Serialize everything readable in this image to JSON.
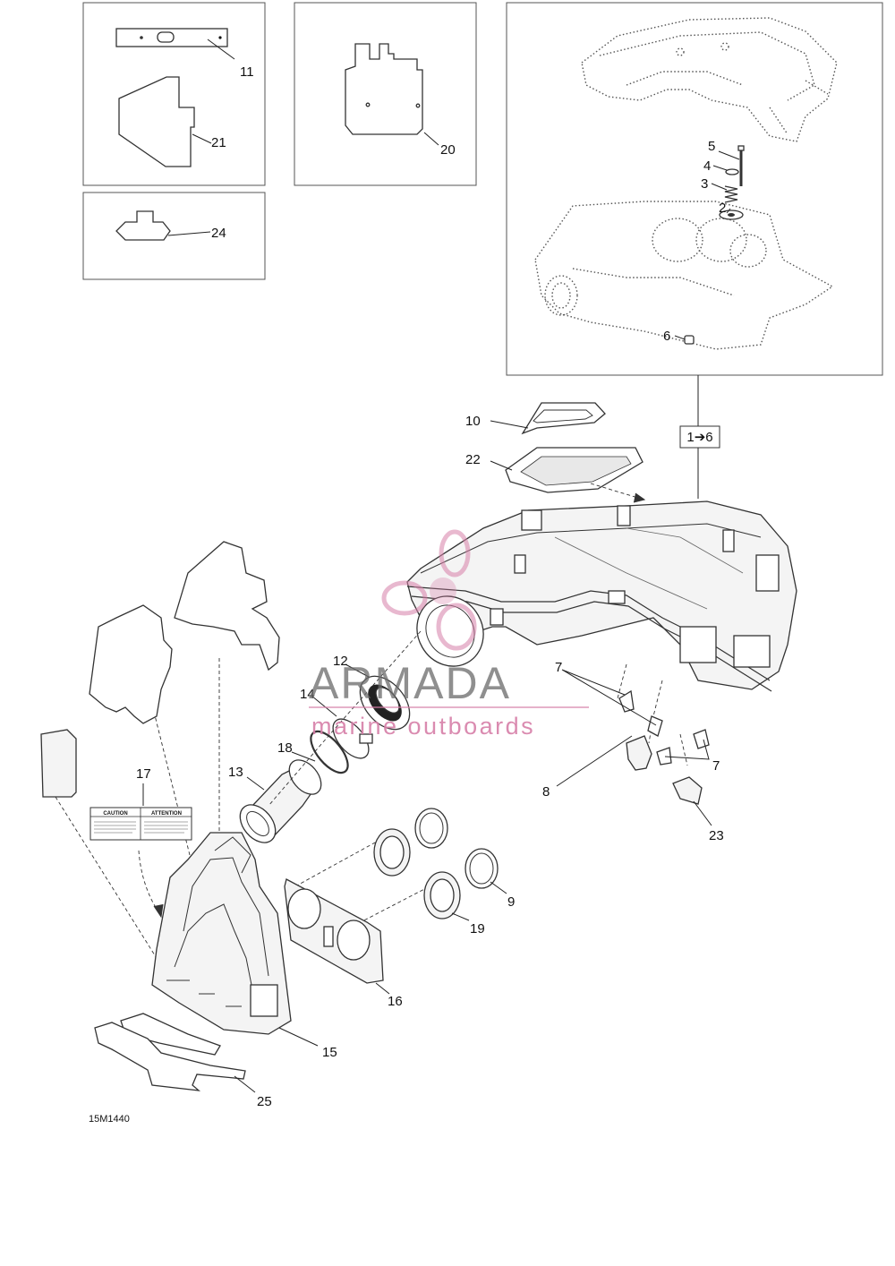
{
  "callouts": {
    "c1": "1",
    "c2": "2",
    "c3": "3",
    "c4": "4",
    "c5": "5",
    "c6": "6",
    "c7a": "7",
    "c7b": "7",
    "c8": "8",
    "c9": "9",
    "c10": "10",
    "c11": "11",
    "c12": "12",
    "c13": "13",
    "c14": "14",
    "c15": "15",
    "c16": "16",
    "c17": "17",
    "c18": "18",
    "c19": "19",
    "c20": "20",
    "c21": "21",
    "c22": "22",
    "c23": "23",
    "c24": "24",
    "c25": "25"
  },
  "range_box": {
    "from": "1",
    "arrow": "➔",
    "to": "6"
  },
  "drawing_code": "15M1440",
  "decal": {
    "left_title": "CAUTION",
    "right_title": "ATTENTION"
  },
  "watermark": {
    "title": "ARMADA",
    "subtitle": "marine outboards"
  },
  "colors": {
    "line": "#333333",
    "watermark_pink": "#d77fa8",
    "watermark_gray": "#6a6a6a"
  }
}
